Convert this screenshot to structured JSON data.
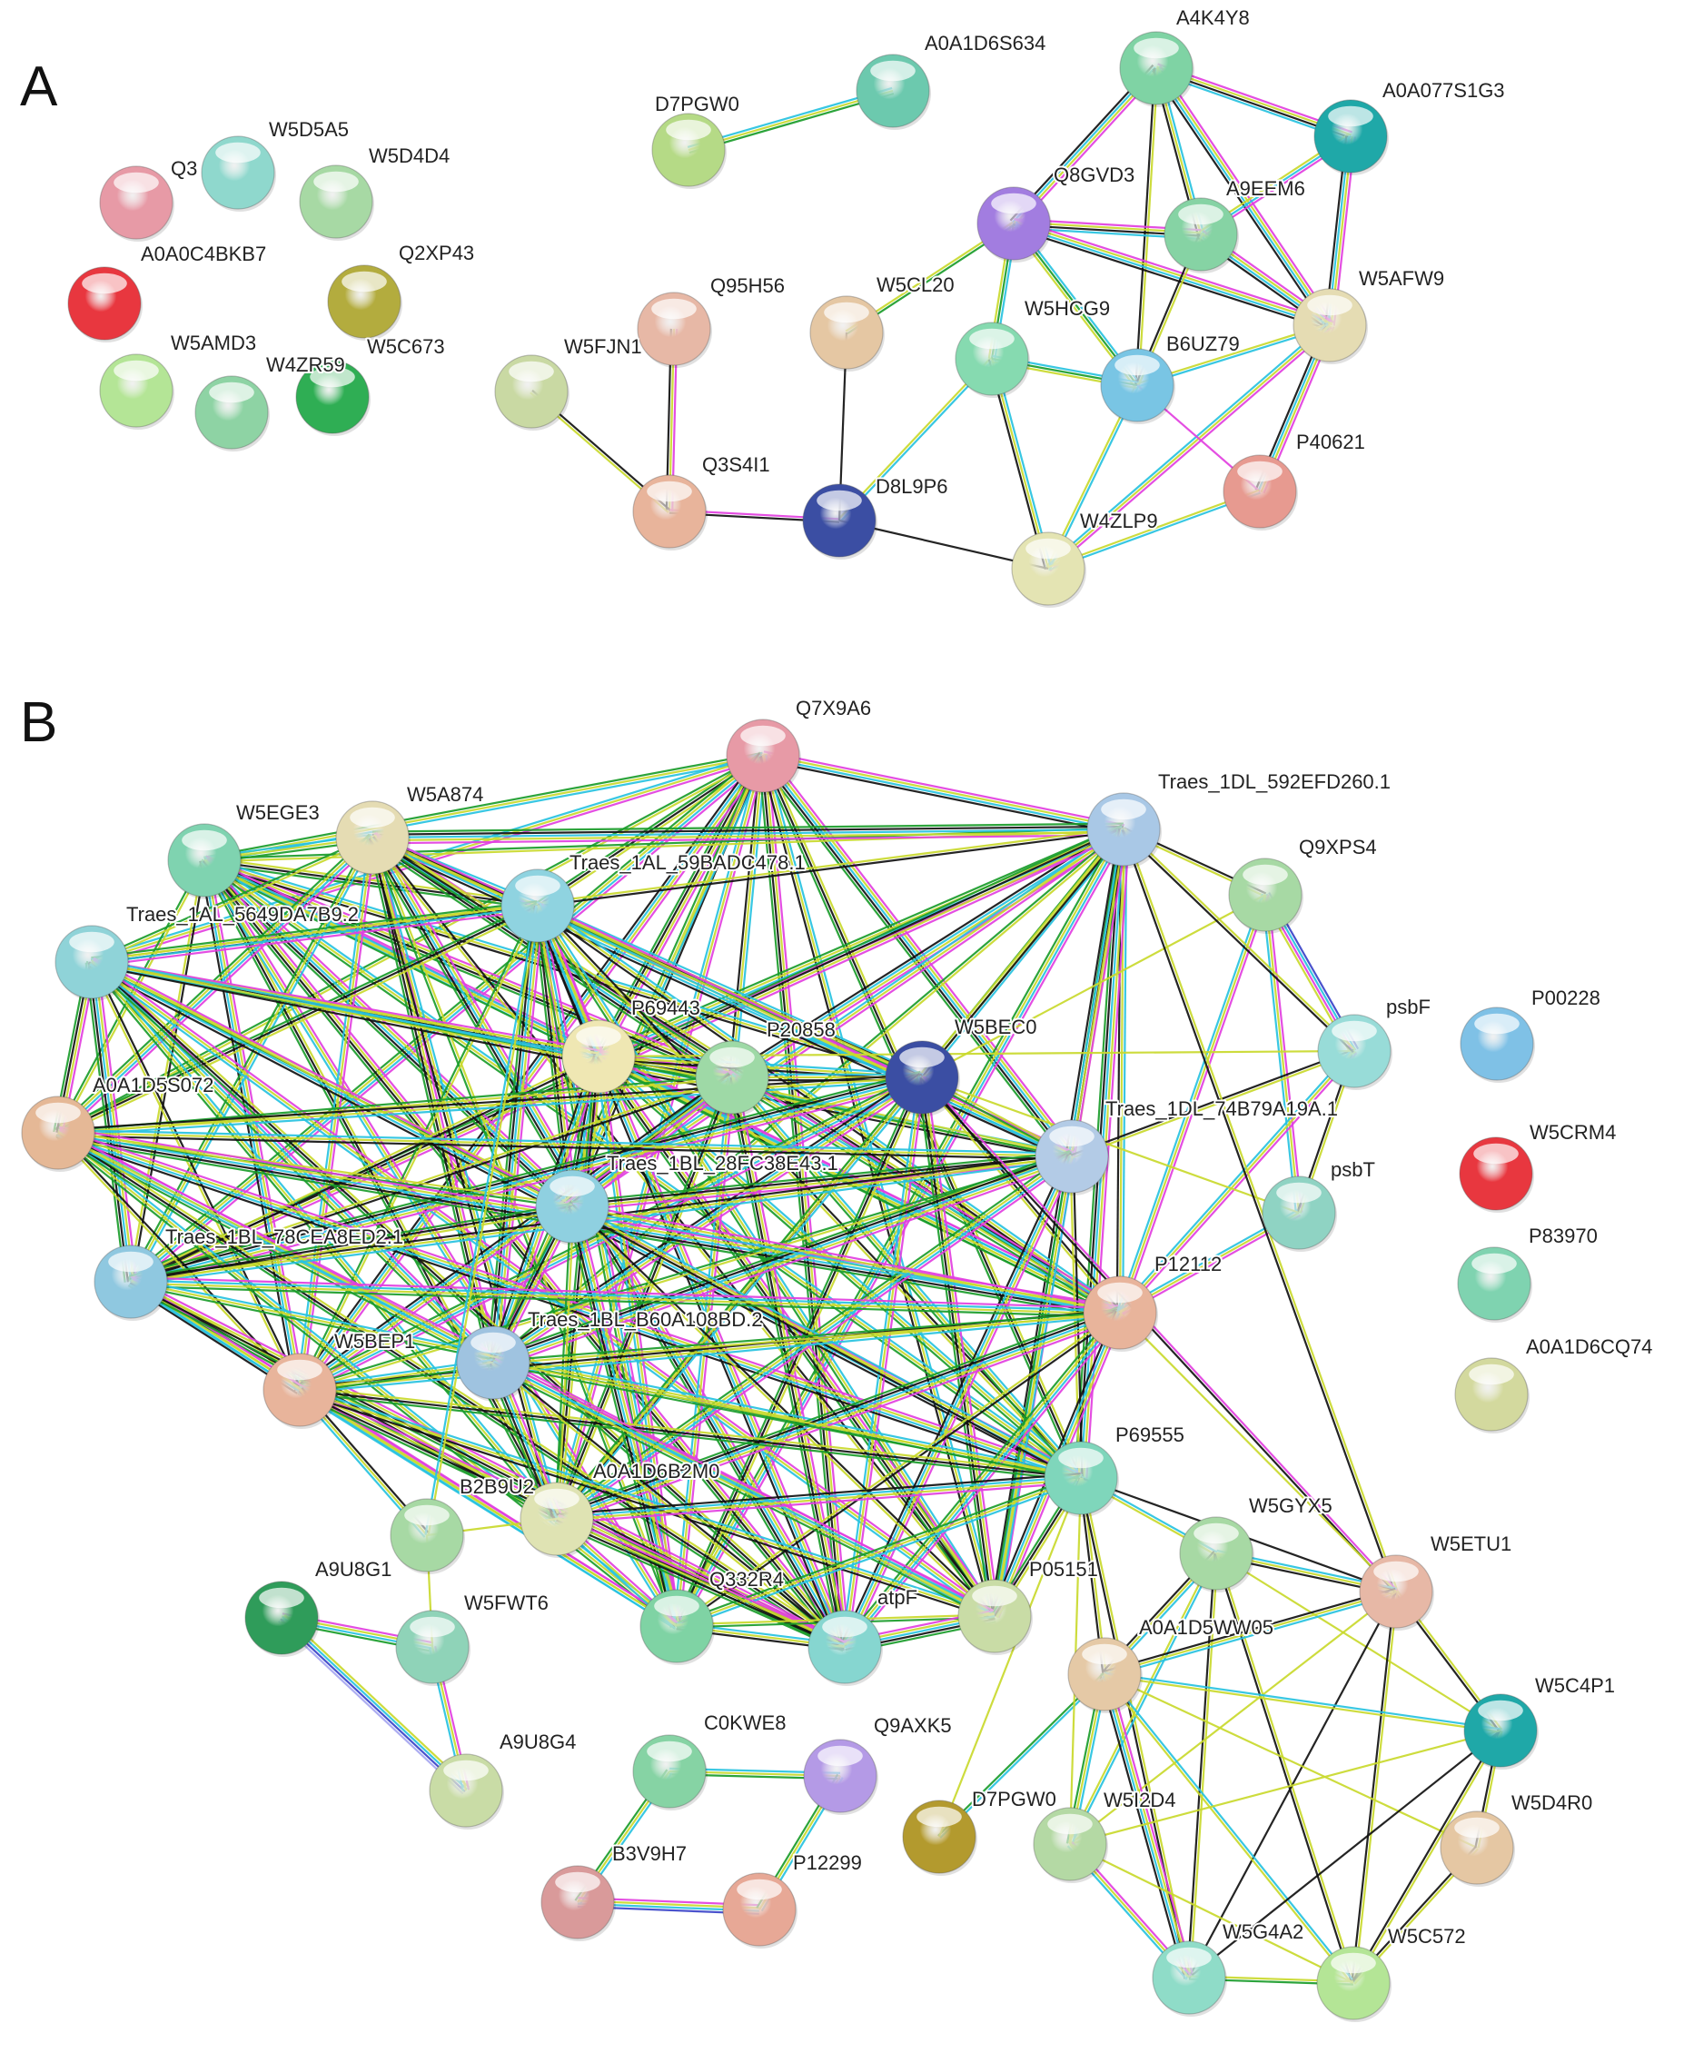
{
  "panels": {
    "a": {
      "letter": "A",
      "nodes": {
        "Q3": {
          "label": "Q3",
          "color": "#e79aa6"
        },
        "W5D5A5": {
          "label": "W5D5A5",
          "color": "#8fd8cd"
        },
        "W5D4D4": {
          "label": "W5D4D4",
          "color": "#a7d9a4"
        },
        "A0A0C4BKB7": {
          "label": "A0A0C4BKB7",
          "color": "#e8373f"
        },
        "Q2XP43": {
          "label": "Q2XP43",
          "color": "#b3ac3e"
        },
        "W5AMD3": {
          "label": "W5AMD3",
          "color": "#b4e596"
        },
        "W4ZR59": {
          "label": "W4ZR59",
          "color": "#8ed3a4"
        },
        "W5C673": {
          "label": "W5C673",
          "color": "#2fae54"
        },
        "D7PGW0": {
          "label": "D7PGW0",
          "color": "#b5da86"
        },
        "A0A1D6S634": {
          "label": "A0A1D6S634",
          "color": "#6cc9ae"
        },
        "A4K4Y8": {
          "label": "A4K4Y8",
          "color": "#7fd3a4"
        },
        "A0A077S1G3": {
          "label": "A0A077S1G3",
          "color": "#1fa8a8"
        },
        "Q8GVD3": {
          "label": "Q8GVD3",
          "color": "#a27de0"
        },
        "A9EEM6": {
          "label": "A9EEM6",
          "color": "#86d3a4"
        },
        "W5AFW9": {
          "label": "W5AFW9",
          "color": "#e5dcb3"
        },
        "Q95H56": {
          "label": "Q95H56",
          "color": "#e7b8a6"
        },
        "W5CL20": {
          "label": "W5CL20",
          "color": "#e5c7a3"
        },
        "W5HCG9": {
          "label": "W5HCG9",
          "color": "#86dab0"
        },
        "B6UZ79": {
          "label": "B6UZ79",
          "color": "#79c5e4"
        },
        "W5FJN1": {
          "label": "W5FJN1",
          "color": "#c9d9a3"
        },
        "Q3S4I1": {
          "label": "Q3S4I1",
          "color": "#e8b49b"
        },
        "D8L9P6": {
          "label": "D8L9P6",
          "color": "#3b4ea3"
        },
        "P40621": {
          "label": "P40621",
          "color": "#e79a90"
        },
        "W4ZLP9": {
          "label": "W4ZLP9",
          "color": "#e4e4b3"
        }
      }
    },
    "b": {
      "letter": "B",
      "nodes": {
        "Q7X9A6": {
          "label": "Q7X9A6",
          "color": "#e79aa6"
        },
        "Traes_1DL_592EFD260.1": {
          "label": "Traes_1DL_592EFD260.1",
          "color": "#a9c8e6"
        },
        "W5EGE3": {
          "label": "W5EGE3",
          "color": "#7fd3b0"
        },
        "W5A874": {
          "label": "W5A874",
          "color": "#e5dcb3"
        },
        "Traes_1AL_59BADC478.1": {
          "label": "Traes_1AL_59BADC478.1",
          "color": "#8fd3e0"
        },
        "Q9XPS4": {
          "label": "Q9XPS4",
          "color": "#a7d9a4"
        },
        "Traes_1AL_5649DA7B9.2": {
          "label": "Traes_1AL_5649DA7B9.2",
          "color": "#8fd3d8"
        },
        "psbF": {
          "label": "psbF",
          "color": "#98dcd8"
        },
        "P00228": {
          "label": "P00228",
          "color": "#7fc1e6"
        },
        "P69443": {
          "label": "P69443",
          "color": "#efe7b3"
        },
        "P20858": {
          "label": "P20858",
          "color": "#9ed9a6"
        },
        "W5BEC0": {
          "label": "W5BEC0",
          "color": "#3b4ea3"
        },
        "W5CRM4": {
          "label": "W5CRM4",
          "color": "#e8373f"
        },
        "A0A1D5S072": {
          "label": "A0A1D5S072",
          "color": "#e5b896"
        },
        "Traes_1DL_74B79A19A.1": {
          "label": "Traes_1DL_74B79A19A.1",
          "color": "#b3cbe6"
        },
        "psbT": {
          "label": "psbT",
          "color": "#8fd3c3"
        },
        "Traes_1BL_28FC38E43.1": {
          "label": "Traes_1BL_28FC38E43.1",
          "color": "#8fd0e0"
        },
        "P83970": {
          "label": "P83970",
          "color": "#7fd3b0"
        },
        "Traes_1BL_78CEA8ED2.1": {
          "label": "Traes_1BL_78CEA8ED2.1",
          "color": "#8fc8e0"
        },
        "P12112": {
          "label": "P12112",
          "color": "#e8b49b"
        },
        "A0A1D6CQ74": {
          "label": "A0A1D6CQ74",
          "color": "#d3d99e"
        },
        "W5BEP1": {
          "label": "W5BEP1",
          "color": "#e8b49b"
        },
        "Traes_1BL_B60A108BD.2": {
          "label": "Traes_1BL_B60A108BD.2",
          "color": "#9fc3e0"
        },
        "P69555": {
          "label": "P69555",
          "color": "#7fd6bb"
        },
        "B2B9U2": {
          "label": "B2B9U2",
          "color": "#a7d9a4"
        },
        "A0A1D6B2M0": {
          "label": "A0A1D6B2M0",
          "color": "#dfe3b3"
        },
        "W5GYX5": {
          "label": "W5GYX5",
          "color": "#a7d9a4"
        },
        "W5ETU1": {
          "label": "W5ETU1",
          "color": "#e7b8a6"
        },
        "A9U8G1": {
          "label": "A9U8G1",
          "color": "#2f9c5a"
        },
        "W5FWT6": {
          "label": "W5FWT6",
          "color": "#8fd3b8"
        },
        "Q332R4": {
          "label": "Q332R4",
          "color": "#7fd3a4"
        },
        "atpF": {
          "label": "atpF",
          "color": "#86d6d0"
        },
        "P05151": {
          "label": "P05151",
          "color": "#c9dca6"
        },
        "A0A1D5WW05": {
          "label": "A0A1D5WW05",
          "color": "#e5c9a6"
        },
        "W5C4P1": {
          "label": "W5C4P1",
          "color": "#1fa8a8"
        },
        "A9U8G4": {
          "label": "A9U8G4",
          "color": "#c9dca6"
        },
        "C0KWE8": {
          "label": "C0KWE8",
          "color": "#86d3a4"
        },
        "Q9AXK5": {
          "label": "Q9AXK5",
          "color": "#b49ae6"
        },
        "D7PGW0": {
          "label": "D7PGW0",
          "color": "#b39a2e"
        },
        "W5I2D4": {
          "label": "W5I2D4",
          "color": "#b4d9a4"
        },
        "W5D4R0": {
          "label": "W5D4R0",
          "color": "#e5c7a3"
        },
        "B3V9H7": {
          "label": "B3V9H7",
          "color": "#d99a9a"
        },
        "P12299": {
          "label": "P12299",
          "color": "#e7a896"
        },
        "W5G4A2": {
          "label": "W5G4A2",
          "color": "#8fdcc8"
        },
        "W5C572": {
          "label": "W5C572",
          "color": "#b4e596"
        }
      }
    }
  },
  "edge_colors": {
    "experimental": "#e23fe0",
    "database": "#27c2e0",
    "textmining": "#c9d92c",
    "coexpression": "#111111",
    "neighborhood": "#1a9c2a",
    "fusion": "#3a43c9",
    "homology": "#a6a6f0"
  }
}
